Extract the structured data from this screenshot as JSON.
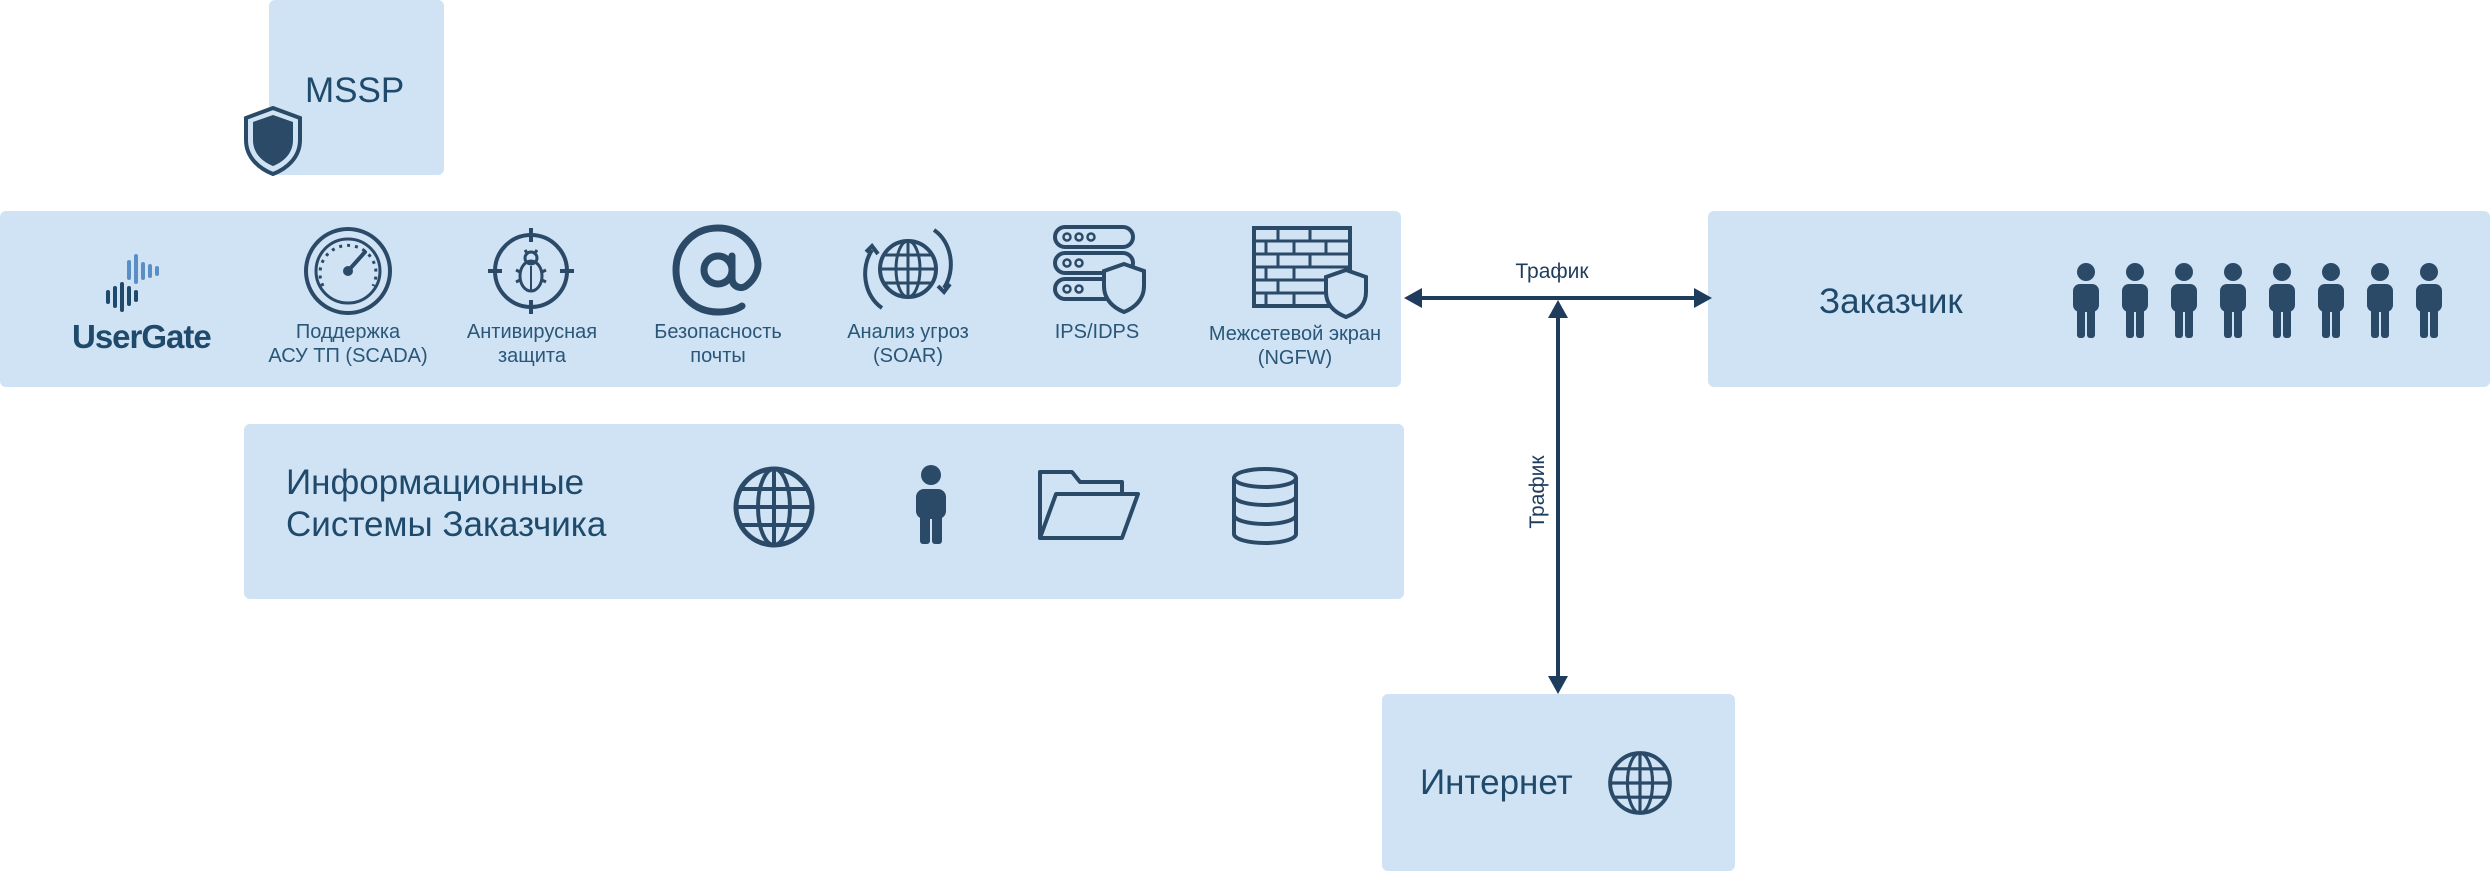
{
  "mssp": {
    "title": "MSSP"
  },
  "platform": {
    "brand": "UserGate",
    "services": [
      {
        "label": "Поддержка\nАСУ ТП (SCADA)",
        "icon": "gauge-icon"
      },
      {
        "label": "Антивирусная\nзащита",
        "icon": "bug-target-icon"
      },
      {
        "label": "Безопасность\nпочты",
        "icon": "at-sign-icon"
      },
      {
        "label": "Анализ угроз\n(SOAR)",
        "icon": "globe-cycle-icon"
      },
      {
        "label": "IPS/IDPS",
        "icon": "server-shield-icon"
      },
      {
        "label": "Межсетевой экран\n(NGFW)",
        "icon": "firewall-shield-icon"
      }
    ]
  },
  "customer": {
    "title": "Заказчик",
    "icon": "people-icon"
  },
  "info_systems": {
    "title": "Информационные\nСистемы Заказчика",
    "icons": [
      "globe-icon",
      "person-icon",
      "folder-icon",
      "database-icon"
    ]
  },
  "internet": {
    "title": "Интернет",
    "icon": "globe-icon"
  },
  "flows": {
    "horizontal_label": "Трафик",
    "vertical_label": "Трафик"
  },
  "colors": {
    "box": "#cfe3f5",
    "icon": "#2b4a68",
    "arrow": "#1e3d5c",
    "accent": "#5b8fc4"
  }
}
